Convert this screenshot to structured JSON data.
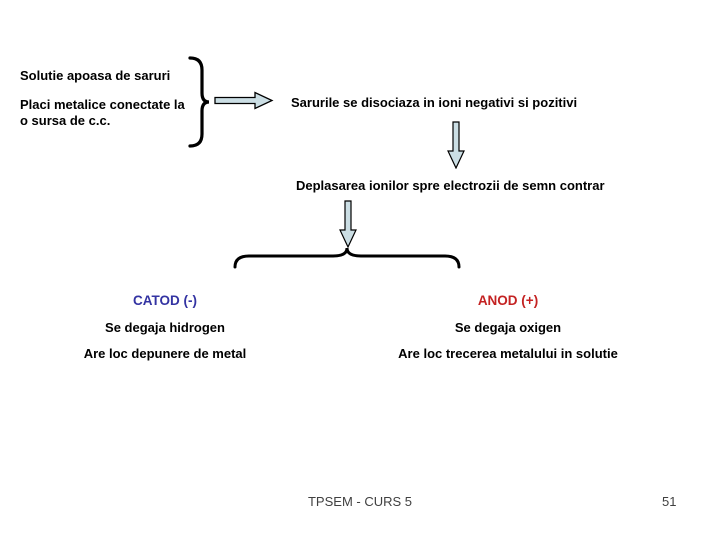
{
  "colors": {
    "arrow_fill": "#cbdee4",
    "arrow_stroke": "#000000",
    "brace_stroke": "#000000",
    "catod_title": "#3333a2",
    "anod_title": "#c42222",
    "footer_text": "#404040",
    "background": "#ffffff"
  },
  "intro": {
    "line1": "Solutie apoasa de saruri",
    "line2": "Placi metalice conectate la o sursa de c.c."
  },
  "flow": {
    "step1": "Sarurile se disociaza in ioni negativi si pozitivi",
    "step2": "Deplasarea ionilor spre electrozii de semn contrar"
  },
  "catod": {
    "title": "CATOD (-)",
    "line1": "Se degaja hidrogen",
    "line2": "Are loc depunere de metal"
  },
  "anod": {
    "title": "ANOD (+)",
    "line1": "Se degaja oxigen",
    "line2": "Are loc trecerea metalului in solutie"
  },
  "footer": {
    "course": "TPSEM - CURS 5",
    "page_number": "51"
  },
  "icons": {
    "right_brace": "curly-brace-right",
    "overbrace": "horizontal-brace-peak-up",
    "arrow_right": "arrow-right",
    "arrow_down_1": "arrow-down",
    "arrow_down_2": "arrow-down"
  }
}
